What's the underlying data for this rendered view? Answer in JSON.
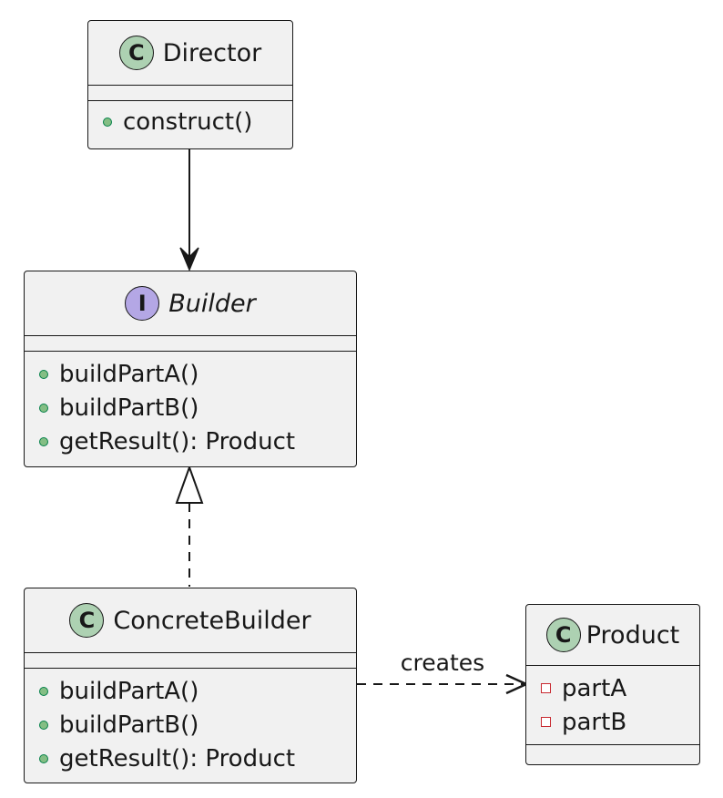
{
  "classes": {
    "director": {
      "name": "Director",
      "stereotype": "C",
      "methods": [
        "construct()"
      ]
    },
    "builder": {
      "name": "Builder",
      "stereotype": "I",
      "methods": [
        "buildPartA()",
        "buildPartB()",
        "getResult(): Product"
      ]
    },
    "concrete_builder": {
      "name": "ConcreteBuilder",
      "stereotype": "C",
      "methods": [
        "buildPartA()",
        "buildPartB()",
        "getResult(): Product"
      ]
    },
    "product": {
      "name": "Product",
      "stereotype": "C",
      "attributes": [
        "partA",
        "partB"
      ]
    }
  },
  "relations": {
    "creates_label": "creates"
  },
  "colors": {
    "class_fill": "#f1f1f1",
    "class_badge": "#add1b2",
    "interface_badge": "#b4a7e5",
    "border": "#181818",
    "public_marker": "#84be84",
    "private_marker": "#c82930"
  }
}
